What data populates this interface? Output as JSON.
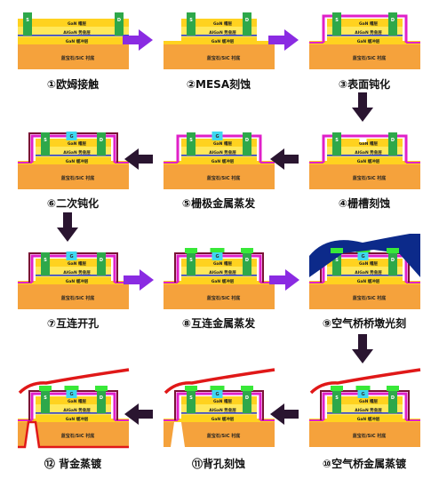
{
  "layers": {
    "gan_top": "GaN 帽层",
    "algan": "AlGaN 势垒层",
    "gan_buffer": "GaN 缓冲层",
    "substrate": "蓝宝石/SiC 衬底"
  },
  "electrodes": {
    "source": "S",
    "drain": "D",
    "gate": "G"
  },
  "steps": [
    {
      "label": "①欧姆接触"
    },
    {
      "label": "②MESA刻蚀"
    },
    {
      "label": "③表面钝化"
    },
    {
      "label": "④栅槽刻蚀"
    },
    {
      "label": "⑤栅极金属蒸发"
    },
    {
      "label": "⑥二次钝化"
    },
    {
      "label": "⑦互连开孔"
    },
    {
      "label": "⑧互连金属蒸发"
    },
    {
      "label": "⑨空气桥桥墩光刻"
    },
    {
      "label": "⑩空气桥金属蒸镀"
    },
    {
      "label": "⑪背孔刻蚀"
    },
    {
      "label": "⑫ 背金蒸镀"
    }
  ],
  "colors": {
    "substrate": "#f5a23c",
    "buffer": "#ffd21f",
    "algan": "#ffe85a",
    "twodeg": "#2b3fd6",
    "contact": "#2ea84a",
    "passivation": "#e020c8",
    "passivation2": "#7a1235",
    "gate": "#3ed8f0",
    "interconnect": "#38e838",
    "photoresist": "#0c2a8a",
    "airbridge": "#e01818",
    "arrow_purple": "#8a2be2",
    "arrow_dark": "#2a1530"
  }
}
